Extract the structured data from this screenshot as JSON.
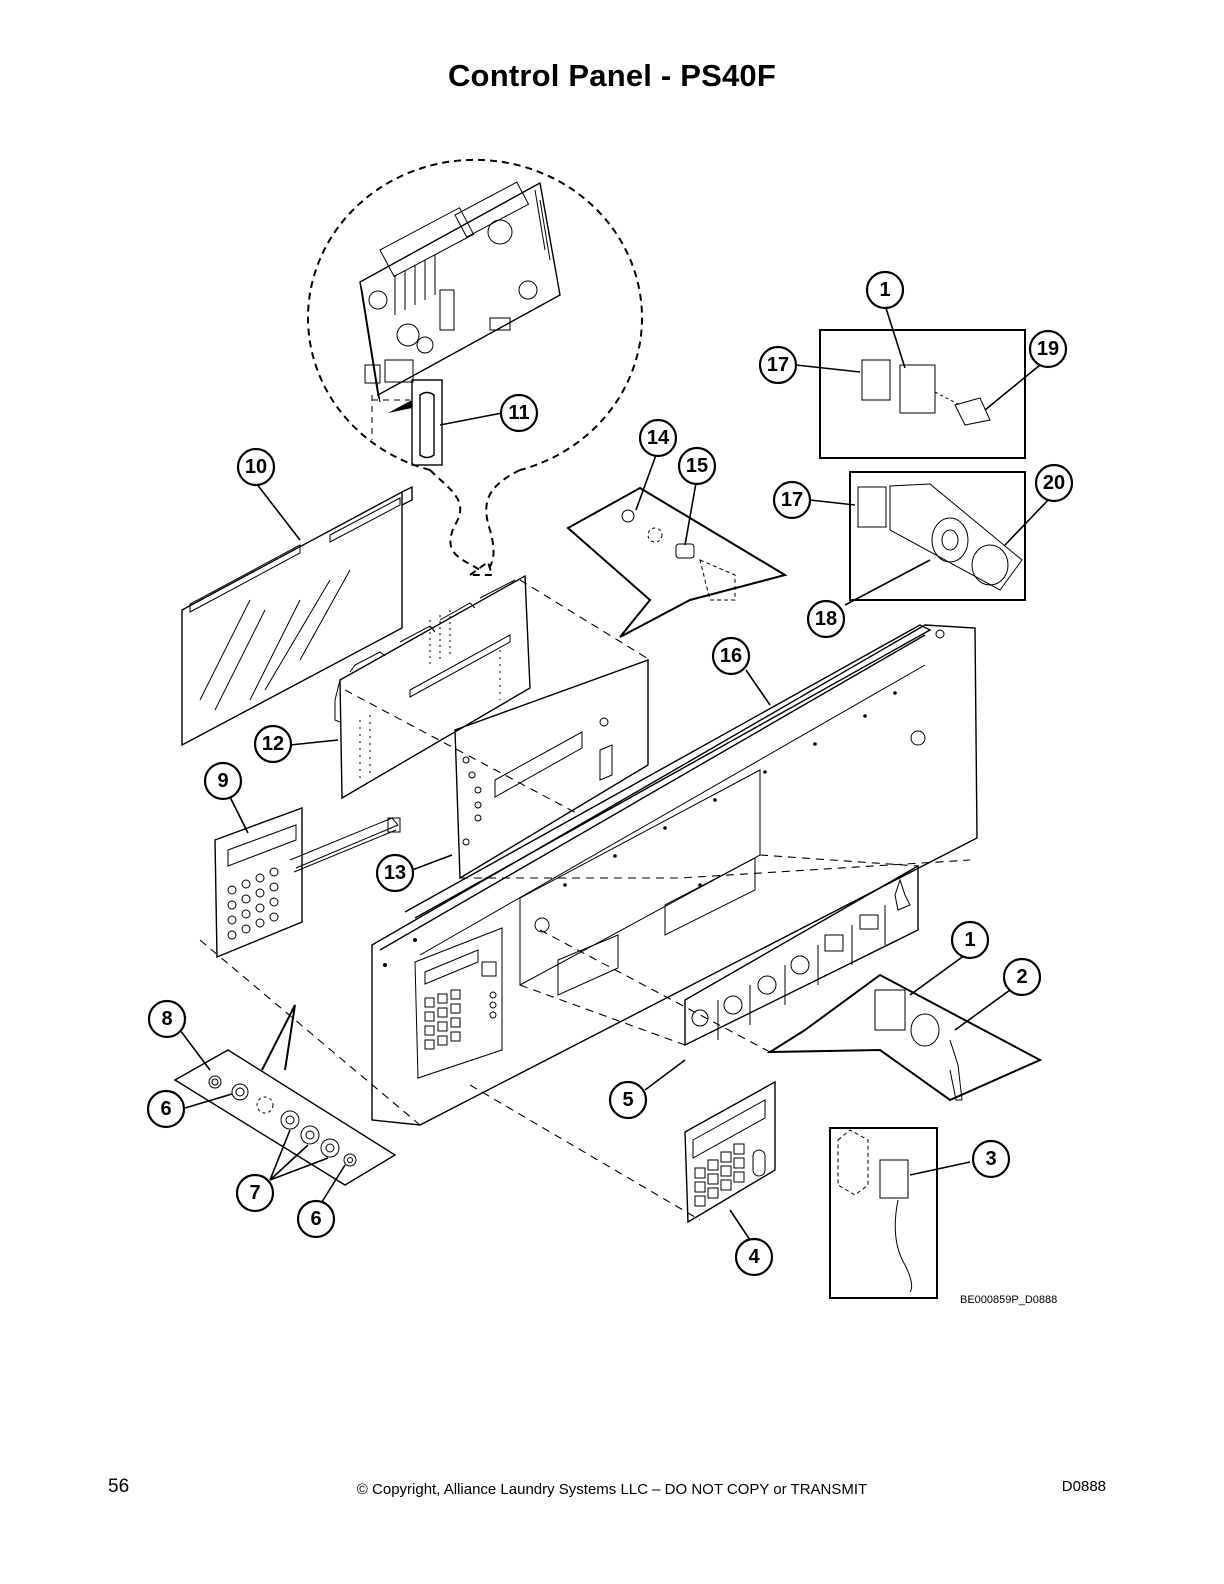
{
  "page": {
    "title": "Control Panel - PS40F",
    "page_number": "56",
    "copyright": "© Copyright, Alliance Laundry Systems LLC – DO NOT COPY or TRANSMIT",
    "document_id": "D0888",
    "drawing_code": "BE000859P_D0888"
  },
  "callouts": [
    {
      "id": "c1a",
      "label": "1"
    },
    {
      "id": "c19",
      "label": "19"
    },
    {
      "id": "c17a",
      "label": "17"
    },
    {
      "id": "c11",
      "label": "11"
    },
    {
      "id": "c14",
      "label": "14"
    },
    {
      "id": "c15",
      "label": "15"
    },
    {
      "id": "c10",
      "label": "10"
    },
    {
      "id": "c17b",
      "label": "17"
    },
    {
      "id": "c20",
      "label": "20"
    },
    {
      "id": "c18",
      "label": "18"
    },
    {
      "id": "c16",
      "label": "16"
    },
    {
      "id": "c12",
      "label": "12"
    },
    {
      "id": "c9",
      "label": "9"
    },
    {
      "id": "c13",
      "label": "13"
    },
    {
      "id": "c1b",
      "label": "1"
    },
    {
      "id": "c2",
      "label": "2"
    },
    {
      "id": "c8",
      "label": "8"
    },
    {
      "id": "c6a",
      "label": "6"
    },
    {
      "id": "c5",
      "label": "5"
    },
    {
      "id": "c3",
      "label": "3"
    },
    {
      "id": "c7",
      "label": "7"
    },
    {
      "id": "c6b",
      "label": "6"
    },
    {
      "id": "c4",
      "label": "4"
    }
  ]
}
